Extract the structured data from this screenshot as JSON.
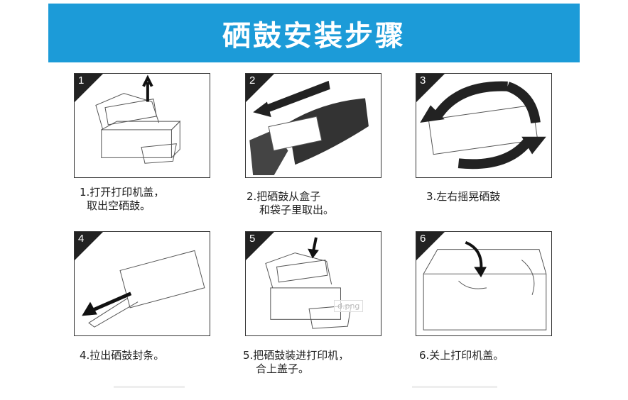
{
  "banner": {
    "title": "硒鼓安装步骤",
    "color": "#1c9bd8"
  },
  "steps": [
    {
      "number": "1",
      "caption_line1": "1.打开打印机盖，",
      "caption_line2": "取出空硒鼓。"
    },
    {
      "number": "2",
      "caption_line1": "2.把硒鼓从盒子",
      "caption_line2": "和袋子里取出。"
    },
    {
      "number": "3",
      "caption_line1": "3.左右摇晃硒鼓",
      "caption_line2": ""
    },
    {
      "number": "4",
      "caption_line1": "4.拉出硒鼓封条。",
      "caption_line2": ""
    },
    {
      "number": "5",
      "caption_line1": "5.把硒鼓装进打印机，",
      "caption_line2": "合上盖子。"
    },
    {
      "number": "6",
      "caption_line1": "6.关上打印机盖。",
      "caption_line2": ""
    }
  ],
  "watermark": "d.png"
}
